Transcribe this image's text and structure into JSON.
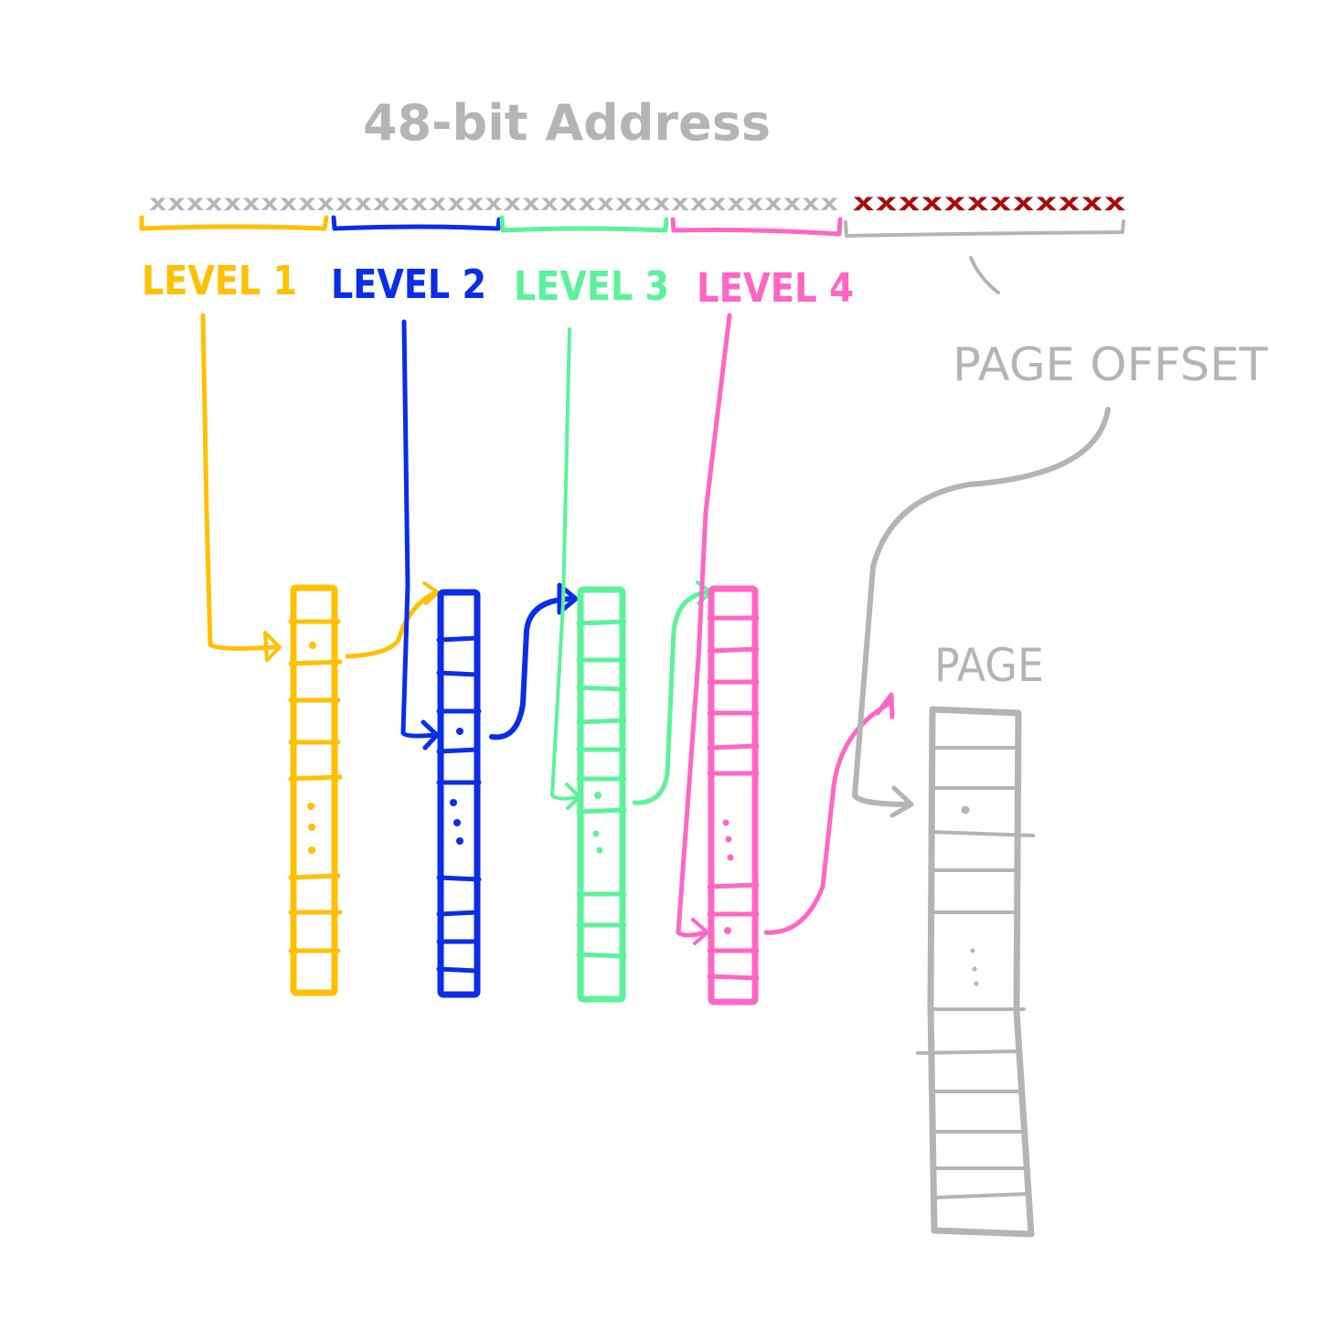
{
  "title": "48-bit Address",
  "address": {
    "index_bits": "xxxxxxxxxxxxxxxxxxxxxxxxxxxxxxxxxxxxx",
    "offset_bits": "xxxxxxxxxxxx"
  },
  "levels": [
    {
      "label": "LEVEL 1",
      "color": "#ffc000"
    },
    {
      "label": "LEVEL 2",
      "color": "#0a2de8"
    },
    {
      "label": "LEVEL 3",
      "color": "#5cf29a"
    },
    {
      "label": "LEVEL 4",
      "color": "#ff66c4"
    }
  ],
  "page_offset_label": "PAGE OFFSET",
  "page_label": "PAGE",
  "colors": {
    "gray": "#b4b4b4",
    "offset_red": "#a80b0b"
  }
}
